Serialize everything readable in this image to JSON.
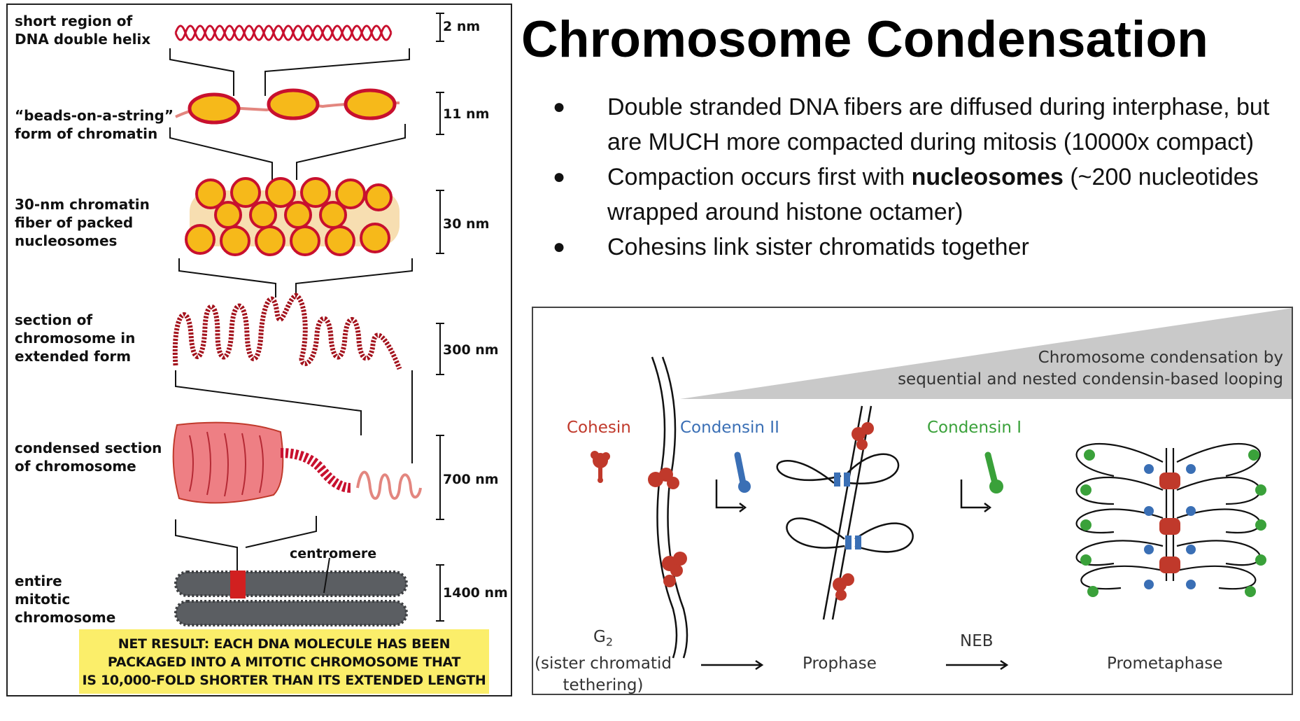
{
  "left": {
    "stages": [
      {
        "label": "short region of\nDNA double helix",
        "scale": "2 nm"
      },
      {
        "label": "“beads-on-a-string”\nform of chromatin",
        "scale": "11 nm"
      },
      {
        "label": "30-nm chromatin\nfiber of packed\nnucleosomes",
        "scale": "30 nm"
      },
      {
        "label": "section of\nchromosome in\nextended form",
        "scale": "300 nm"
      },
      {
        "label": "condensed section\nof chromosome",
        "scale": "700 nm"
      },
      {
        "label": "entire\nmitotic\nchromosome",
        "scale": "1400 nm"
      }
    ],
    "centromere_label": "centromere",
    "net_result": [
      "NET RESULT: EACH DNA MOLECULE HAS BEEN",
      "PACKAGED INTO A MITOTIC CHROMOSOME THAT",
      "IS 10,000-FOLD SHORTER THAN ITS EXTENDED LENGTH"
    ]
  },
  "title": "Chromosome Condensation",
  "bullets": {
    "b1": "Double stranded DNA fibers are diffused during interphase, but are MUCH more compacted during mitosis (10000x compact)",
    "b2_pre": "Compaction occurs first with ",
    "b2_bold": "nucleosomes",
    "b2_post": " (~200 nucleotides wrapped around histone octamer)",
    "b3": "Cohesins link sister chromatids together"
  },
  "right": {
    "caption_line1": "Chromosome condensation by",
    "caption_line2": "sequential and nested condensin-based looping",
    "cohesin": "Cohesin",
    "condensin2": "Condensin II",
    "condensin1": "Condensin I",
    "g2_label": "G",
    "g2_sub": "2",
    "g2_line2": "(sister chromatid",
    "g2_line3": "tethering)",
    "prophase": "Prophase",
    "neb": "NEB",
    "prometaphase": "Prometaphase"
  },
  "colors": {
    "dna_red": "#c8102e",
    "nucleosome_yellow": "#f6b91a",
    "net_box": "#fbee6a",
    "cohesin": "#c0392b",
    "condensin2": "#3a6fb5",
    "condensin1": "#3aa13a"
  }
}
